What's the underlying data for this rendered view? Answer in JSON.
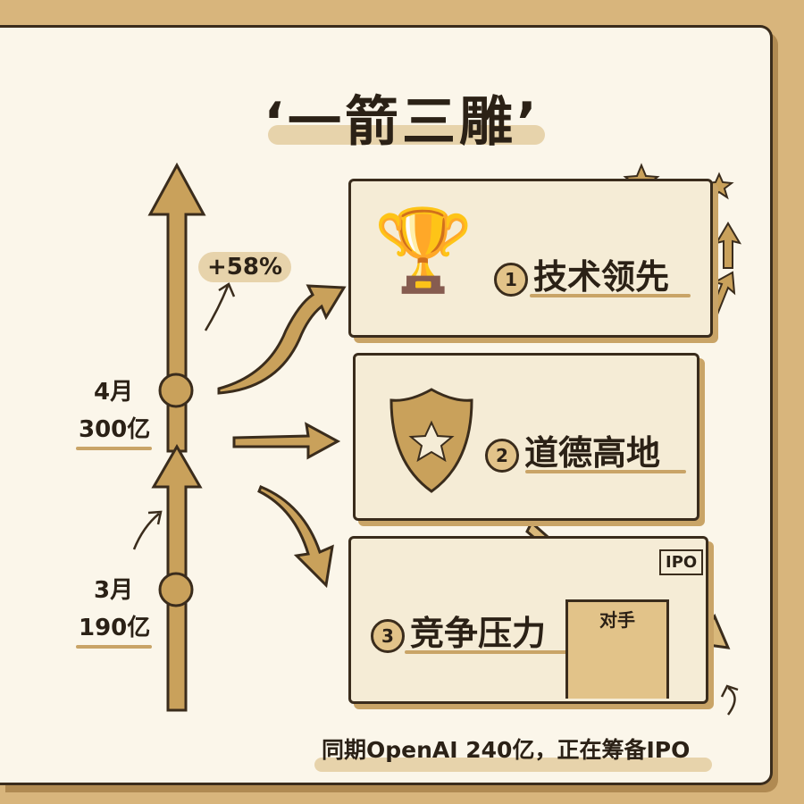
{
  "title": "‘一箭三雕’",
  "growth": {
    "label": "+58%"
  },
  "timeline": [
    {
      "month": "4月",
      "value": "300亿"
    },
    {
      "month": "3月",
      "value": "190亿"
    }
  ],
  "points": [
    {
      "number": "1",
      "label": "技术领先",
      "icon": "trophy-icon"
    },
    {
      "number": "2",
      "label": "道德高地",
      "icon": "shield-icon"
    },
    {
      "number": "3",
      "label": "竞争压力",
      "icon": "building-icon"
    }
  ],
  "competitor": {
    "sign": "对手",
    "flag": "IPO"
  },
  "footnote": "同期OpenAI 240亿，正在筹备IPO",
  "colors": {
    "gold": "#c9a15b",
    "ink": "#2b2116",
    "paper": "#fbf6ea",
    "background": "#d8b57c"
  }
}
